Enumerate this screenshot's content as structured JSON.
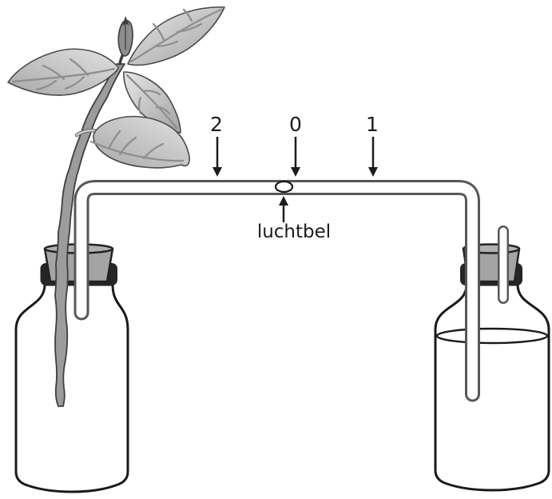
{
  "diagram": {
    "marks": [
      {
        "label": "2"
      },
      {
        "label": "0"
      },
      {
        "label": "1"
      }
    ],
    "bubble_label": "luchtbel"
  },
  "icons": {
    "down_arrows": "arrow-down-icon",
    "up_arrow": "arrow-up-icon"
  },
  "colors": {
    "outline": "#1a1a1a",
    "tube_gray": "#575757",
    "stopper_gray": "#a4a4a4",
    "stopper_top_gray": "#b0b0b0",
    "mouth_rim_dark": "#262626",
    "stem_gray": "#9c9c9c",
    "leaf_light": "#e3e3e3",
    "leaf_dark": "#a6a6a6",
    "vein_gray": "#8f8f8f",
    "background": "#ffffff"
  }
}
